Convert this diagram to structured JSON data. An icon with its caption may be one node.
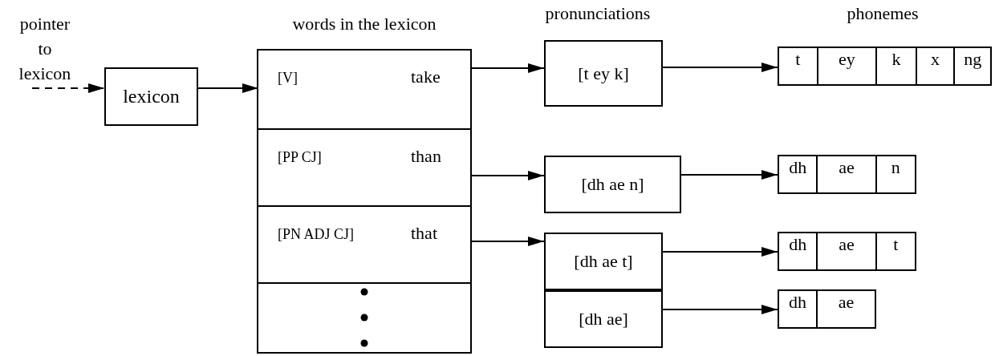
{
  "diagram": {
    "nodes": [
      {
        "text": [
          "pointer to lexicon"
        ]
      },
      {
        "text": [
          "lexicon"
        ]
      },
      {
        "text": [
          "words in the lexicon"
        ]
      },
      {
        "text": [
          "[V]",
          "take"
        ],
        "in": 2
      },
      {
        "text": [
          "[PP CJ]",
          "than"
        ],
        "in": 2
      },
      {
        "text": [
          "[PN ADJ CJ]",
          "that"
        ],
        "in": 2
      },
      {
        "text": [],
        "shape": "box",
        "in": 2
      },
      {
        "text": [
          "[t ey k]"
        ]
      },
      {
        "text": [
          "[dh ae n]"
        ]
      },
      {
        "text": [
          "[dh ae t]"
        ]
      },
      {
        "text": [
          "[dh ae]"
        ]
      },
      {
        "text": [
          "t",
          "ey",
          "k",
          "x",
          "ng"
        ]
      },
      {
        "text": [
          "dh",
          "ae",
          "n"
        ]
      },
      {
        "text": [
          "dh",
          "ae",
          "t"
        ]
      },
      {
        "text": [
          "dh",
          "ae"
        ]
      }
    ],
    "edges": [
      {
        "from": 0,
        "to": 1,
        "arrow": "to",
        "style": "dashed"
      },
      {
        "from": 1,
        "to": 3,
        "arrow": "to"
      },
      {
        "from": 3,
        "to": 7,
        "arrow": "to"
      },
      {
        "from": 4,
        "to": 8,
        "arrow": "to"
      },
      {
        "from": 5,
        "to": 9,
        "arrow": "to"
      },
      {
        "from": 7,
        "to": 11,
        "arrow": "to"
      },
      {
        "from": 8,
        "to": 12,
        "arrow": "to"
      },
      {
        "from": 9,
        "to": 13,
        "arrow": "to"
      },
      {
        "from": 10,
        "to": 14,
        "arrow": "to"
      }
    ],
    "labels": [
      "pronunciations",
      "phonemes"
    ]
  }
}
